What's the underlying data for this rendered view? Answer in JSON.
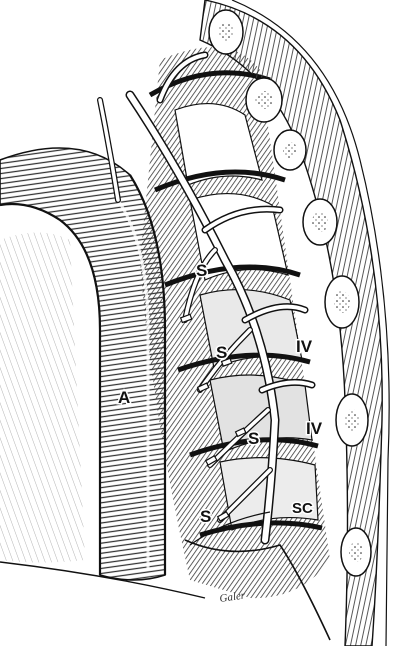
{
  "colors": {
    "ink": "#111111",
    "paper": "#ffffff",
    "shade": "#2a2a2a",
    "midtone": "#6b6b6b"
  },
  "labels": {
    "aorta": "A",
    "splanchnic_1": "S",
    "splanchnic_2": "S",
    "splanchnic_3": "S",
    "splanchnic_4": "S",
    "intercostal_1": "IV",
    "intercostal_2": "IV",
    "sympathetic_chain": "SC"
  },
  "signature": "Galer"
}
